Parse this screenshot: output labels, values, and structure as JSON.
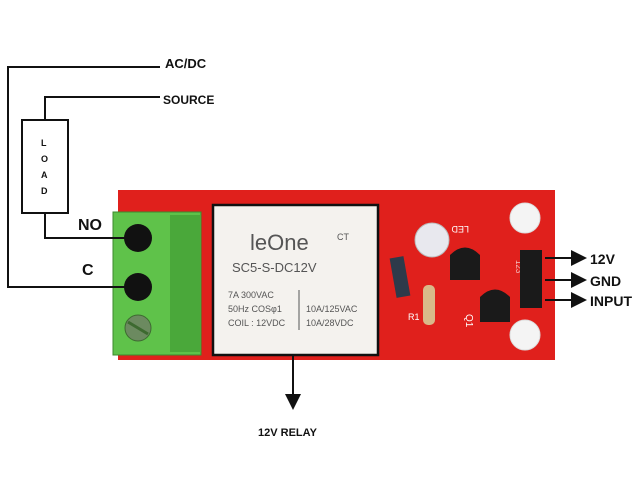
{
  "labels": {
    "ac_dc": "AC/DC",
    "source": "SOURCE",
    "load_letters": [
      "L",
      "O",
      "A",
      "D"
    ],
    "no": "NO",
    "c": "C",
    "relay_caption": "12V RELAY",
    "pins": [
      "12V",
      "GND",
      "INPUT"
    ]
  },
  "relay": {
    "brand": "leOne",
    "ct": "CT",
    "model": "SC5-S-DC12V",
    "spec_left": [
      "7A 300VAC",
      "50Hz COSφ1",
      "COIL : 12VDC"
    ],
    "spec_right": [
      "10A/125VAC",
      "10A/28VDC"
    ]
  },
  "board": {
    "led_label": "LED",
    "r1_label": "R1",
    "q1_label": "Q1",
    "pin_numbers": "123"
  },
  "colors": {
    "board": "#e0201c",
    "terminal": "#5fc24a",
    "relay_body": "#f4f2ee",
    "wire": "#111111"
  }
}
